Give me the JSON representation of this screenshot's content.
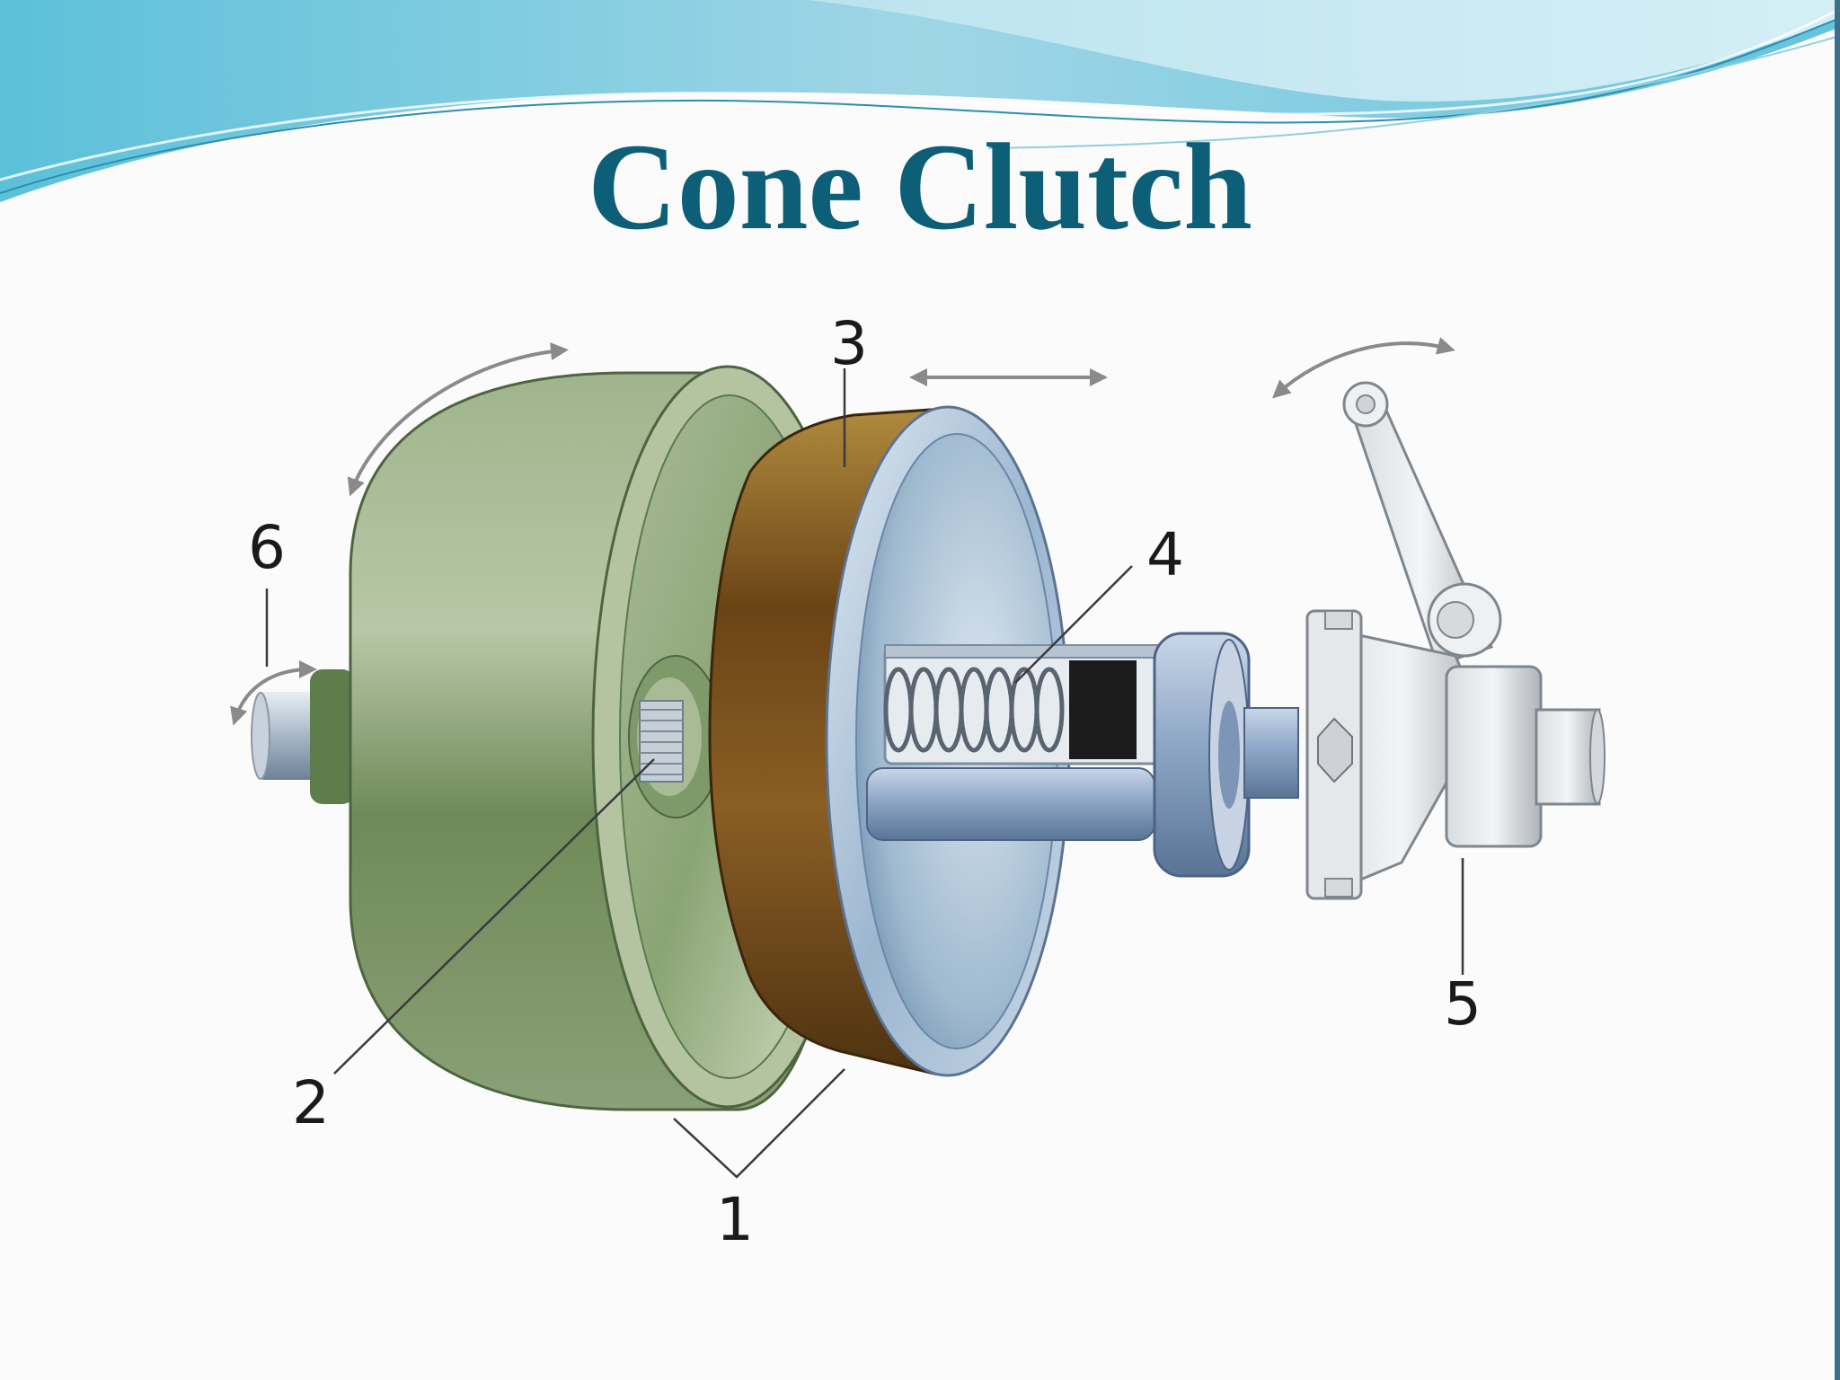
{
  "slide": {
    "title": "Cone Clutch"
  },
  "diagram": {
    "callouts": [
      "1",
      "2",
      "3",
      "4",
      "5",
      "6"
    ]
  },
  "colors": {
    "title": "#0d5f78",
    "wave_light": "#b9e4ef",
    "wave_dark": "#4fb3cf",
    "cup_green": "#7e9868",
    "cone_brown": "#70461c",
    "steel_blue": "#97b6d4"
  }
}
